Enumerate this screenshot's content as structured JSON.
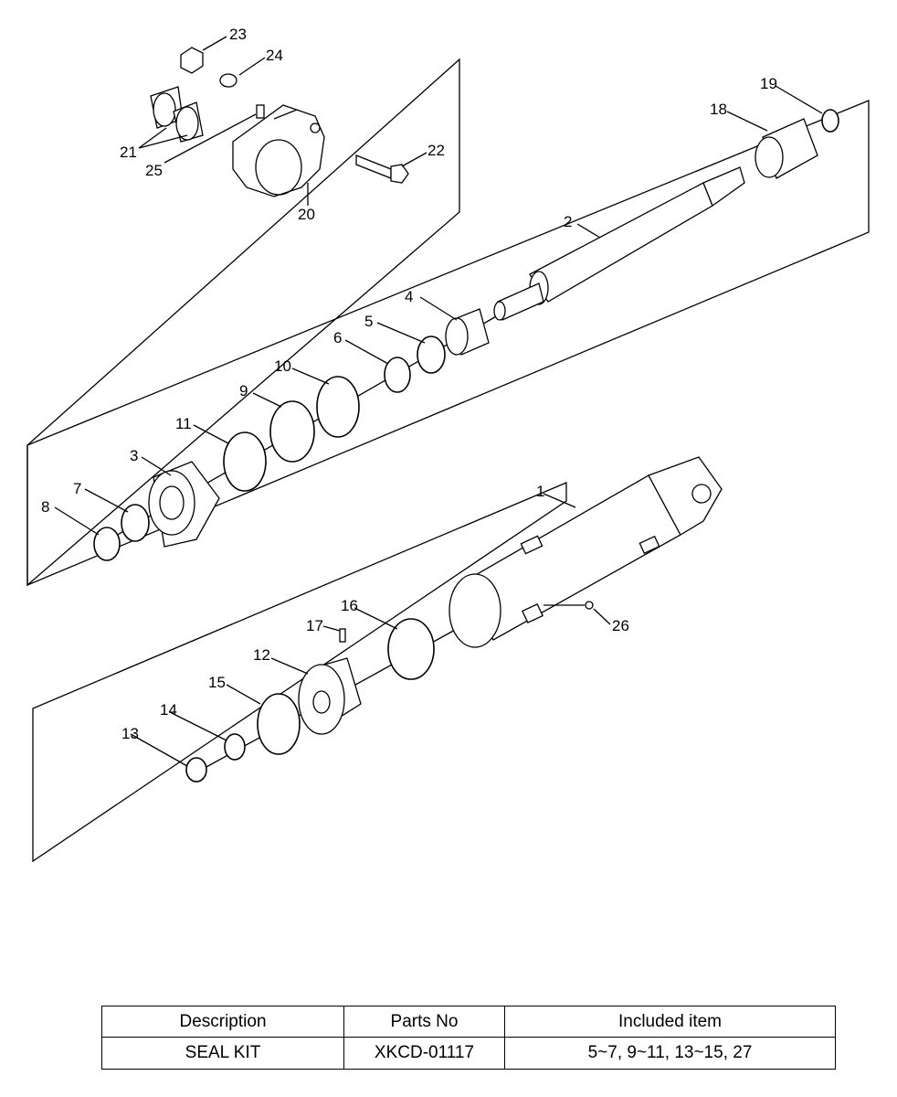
{
  "callouts": [
    "1",
    "2",
    "3",
    "4",
    "5",
    "6",
    "7",
    "8",
    "9",
    "10",
    "11",
    "12",
    "13",
    "14",
    "15",
    "16",
    "17",
    "18",
    "19",
    "20",
    "21",
    "22",
    "23",
    "24",
    "25",
    "26"
  ],
  "table": {
    "headers": [
      "Description",
      "Parts No",
      "Included item"
    ],
    "rows": [
      [
        "SEAL KIT",
        "XKCD-01117",
        "5~7, 9~11, 13~15, 27"
      ]
    ]
  }
}
